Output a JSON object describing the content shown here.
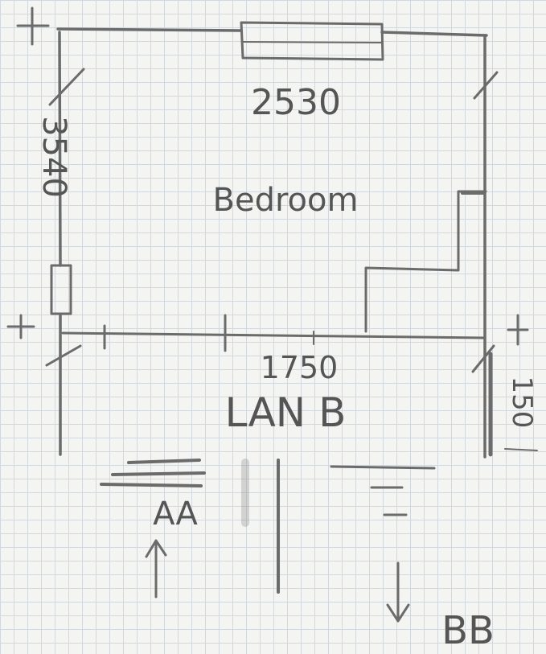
{
  "plan": {
    "room_label": "Bedroom",
    "top_dimension": "2530",
    "left_dimension": "3540",
    "bottom_dimension": "1750",
    "right_dimension": "150"
  },
  "notes": {
    "level_label": "LAN B",
    "section_a": "AA",
    "section_b": "BB"
  },
  "colors": {
    "pencil": "#6b6b6b",
    "paper": "#f4f5f3",
    "grid": "#d3d8dd"
  }
}
